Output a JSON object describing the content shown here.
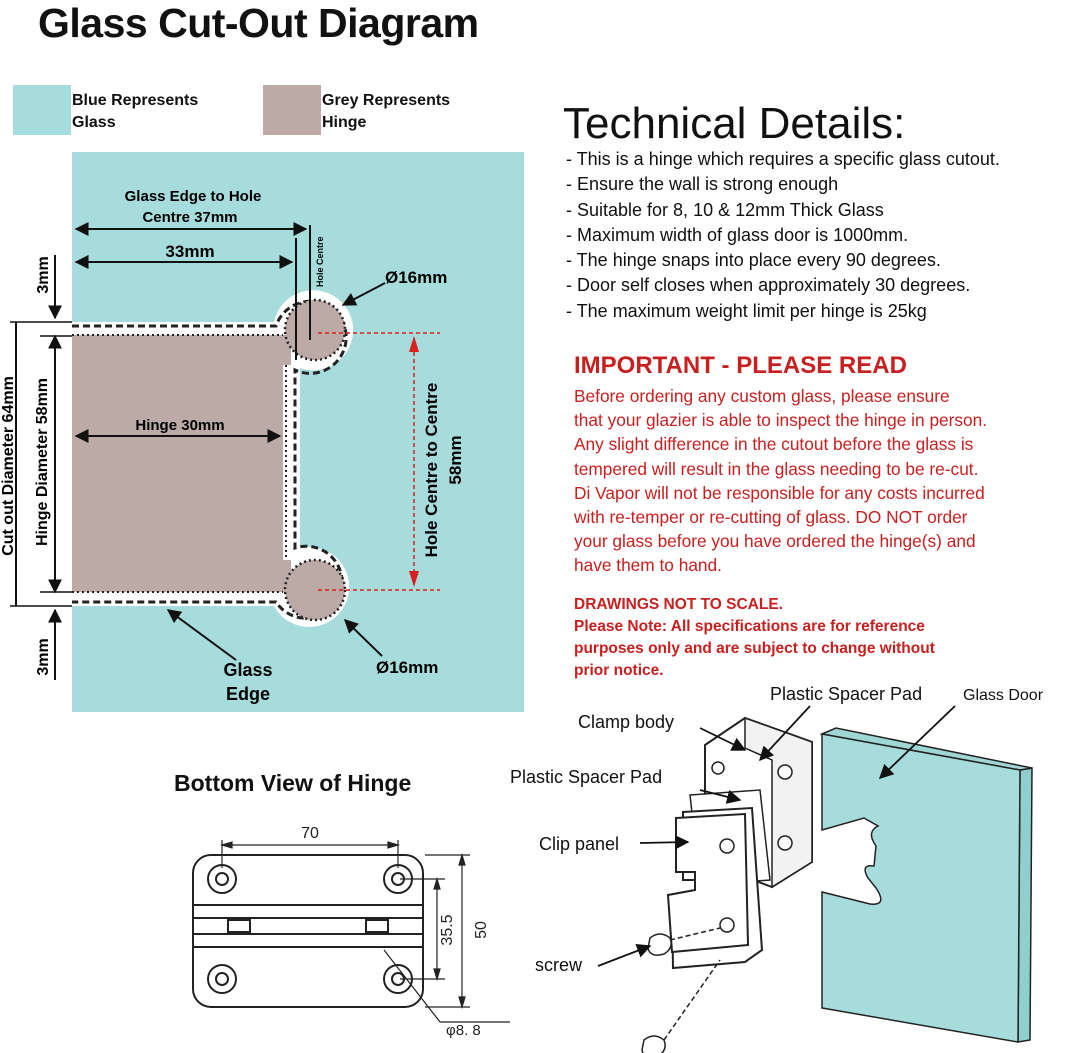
{
  "title": "Glass Cut-Out Diagram",
  "legend": {
    "glass": {
      "line1": "Blue Represents",
      "line2": "Glass",
      "color": "#a6dcdb"
    },
    "hinge": {
      "line1": "Grey Represents",
      "line2": "Hinge",
      "color": "#bcaaa7"
    }
  },
  "cutout": {
    "edge_to_hole_line1": "Glass Edge to Hole",
    "edge_to_hole_line2": "Centre 37mm",
    "dim_33": "33mm",
    "hole_centre": "Hole Centre",
    "dia_top": "Ø16mm",
    "dia_bottom": "Ø16mm",
    "hinge_30": "Hinge 30mm",
    "hole_to_hole_line1": "Hole Centre to Centre",
    "hole_to_hole_line2": "58mm",
    "cut_out_diameter": "Cut out Diameter 64mm",
    "hinge_diameter": "Hinge Diameter 58mm",
    "gap_top": "3mm",
    "gap_bottom": "3mm",
    "glass_edge_line1": "Glass",
    "glass_edge_line2": "Edge",
    "red_line_color": "#d9201f"
  },
  "technical": {
    "heading": "Technical Details:",
    "items": [
      "- This is a hinge which requires a specific glass cutout.",
      "- Ensure the wall is strong enough",
      "- Suitable for 8, 10 & 12mm Thick Glass",
      "- Maximum width of glass door is 1000mm.",
      "- The hinge snaps into place every 90 degrees.",
      "- Door self closes when approximately 30 degrees.",
      "- The maximum weight limit per hinge is 25kg"
    ]
  },
  "important": {
    "heading": "IMPORTANT - PLEASE READ",
    "lines": [
      "Before ordering any custom glass, please ensure",
      "that your glazier is able to inspect the hinge in person.",
      "Any slight difference in the cutout before the glass is",
      "tempered will result in the glass needing to be re-cut.",
      "Di Vapor will not be responsible for any costs incurred",
      "with re-temper or re-cutting of glass. DO NOT order",
      "your glass before you have ordered the hinge(s) and",
      "have them to hand."
    ],
    "color": "#c8201f"
  },
  "notes": {
    "lines": [
      "DRAWINGS NOT TO SCALE.",
      "Please Note: All specifications are for reference",
      "purposes only and are subject to change without",
      "prior notice."
    ]
  },
  "bottom_view": {
    "heading": "Bottom View of Hinge",
    "dim_70": "70",
    "dim_35_5": "35.5",
    "dim_50": "50",
    "dim_hole": "φ8. 8"
  },
  "exploded": {
    "plastic_spacer_pad_top": "Plastic Spacer Pad",
    "glass_door": "Glass Door",
    "clamp_body": "Clamp body",
    "plastic_spacer_pad_left": "Plastic Spacer Pad",
    "clip_panel": "Clip panel",
    "screw": "screw"
  }
}
